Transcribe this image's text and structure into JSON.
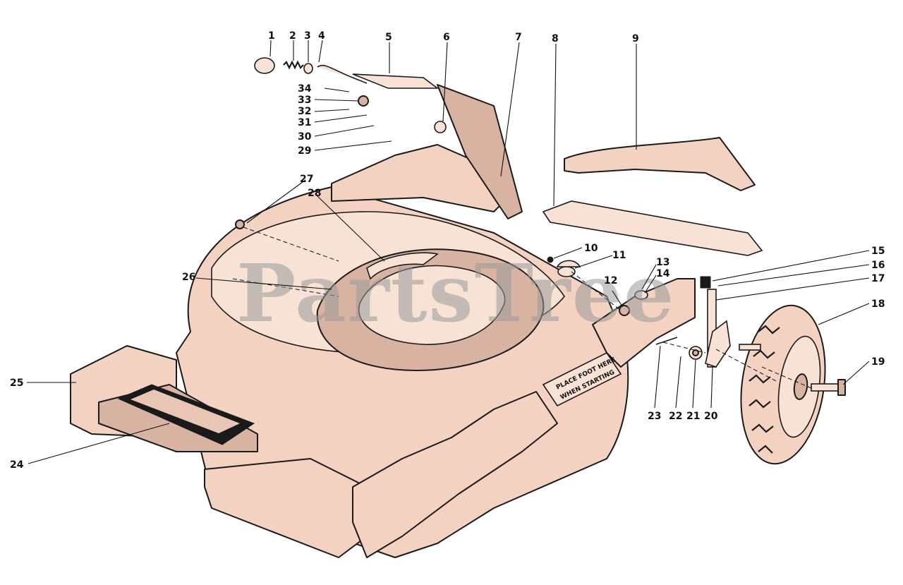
{
  "watermark": "PartsTree",
  "decal_label_lines": [
    "PLACE FOOT HERE",
    "WHEN STARTING"
  ],
  "callouts": [
    {
      "label": "1"
    },
    {
      "label": "2"
    },
    {
      "label": "3"
    },
    {
      "label": "4"
    },
    {
      "label": "5"
    },
    {
      "label": "6"
    },
    {
      "label": "7"
    },
    {
      "label": "8"
    },
    {
      "label": "9"
    },
    {
      "label": "10"
    },
    {
      "label": "11"
    },
    {
      "label": "12"
    },
    {
      "label": "13"
    },
    {
      "label": "14"
    },
    {
      "label": "15"
    },
    {
      "label": "16"
    },
    {
      "label": "17"
    },
    {
      "label": "18"
    },
    {
      "label": "19"
    },
    {
      "label": "20"
    },
    {
      "label": "21"
    },
    {
      "label": "22"
    },
    {
      "label": "23"
    },
    {
      "label": "24"
    },
    {
      "label": "25"
    },
    {
      "label": "26"
    },
    {
      "label": "27"
    },
    {
      "label": "28"
    },
    {
      "label": "29"
    },
    {
      "label": "30"
    },
    {
      "label": "31"
    },
    {
      "label": "32"
    },
    {
      "label": "33"
    },
    {
      "label": "34"
    }
  ]
}
